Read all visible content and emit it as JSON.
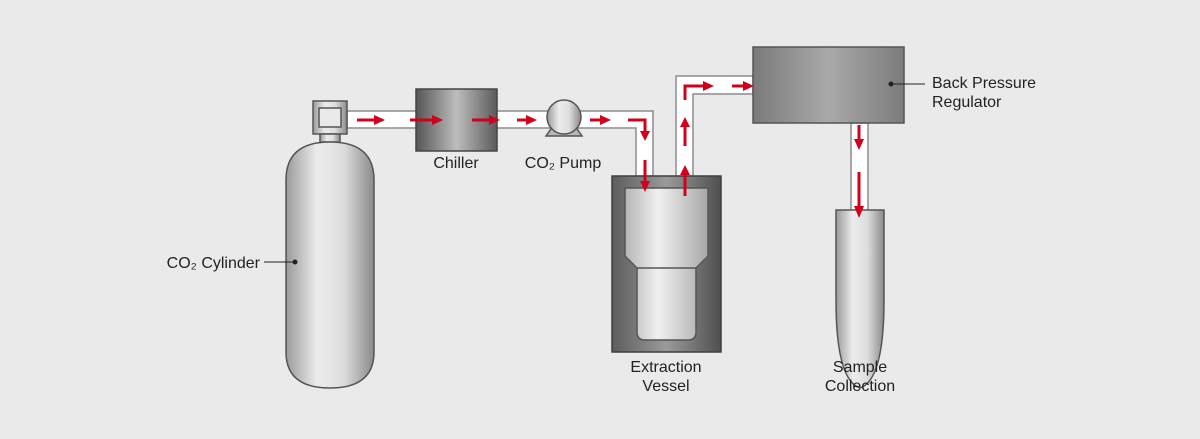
{
  "labels": {
    "cylinder": "CO₂ Cylinder",
    "chiller": "Chiller",
    "pump": "CO₂ Pump",
    "vessel_line1": "Extraction",
    "vessel_line2": "Vessel",
    "regulator_line1": "Back Pressure",
    "regulator_line2": "Regulator",
    "collection_line1": "Sample",
    "collection_line2": "Collection"
  },
  "colors": {
    "background": "#eaeaea",
    "arrow": "#d0021b",
    "pipe_fill": "#ffffff",
    "pipe_stroke": "#8c8c8c",
    "outline": "#555555"
  }
}
